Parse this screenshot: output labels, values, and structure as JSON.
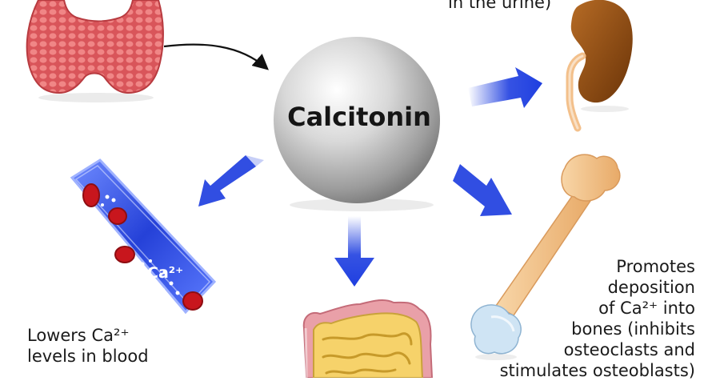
{
  "hub": {
    "label": "Calcitonin"
  },
  "kidney": {
    "lines": [
      "in the urine)"
    ]
  },
  "blood": {
    "lines": [
      "Lowers Ca²⁺",
      "levels in blood"
    ],
    "vessel_label": "Ca²⁺"
  },
  "bone": {
    "lines": [
      "Promotes",
      "deposition",
      "of Ca²⁺ into",
      "bones (inhibits",
      "osteoclasts and",
      "stimulates osteoblasts)"
    ]
  },
  "colors": {
    "arrow_blue": "#1f3fe0",
    "vessel_blue": "#2541d8",
    "blood_red": "#c8161d",
    "thyroid": "#d9555a",
    "kidney": "#8a4a12",
    "bone": "#f4c48a",
    "sphere": "#c9c9c9"
  },
  "icons": [
    "thyroid-gland-icon",
    "kidney-icon",
    "blood-vessel-icon",
    "intestine-icon",
    "bone-icon"
  ]
}
